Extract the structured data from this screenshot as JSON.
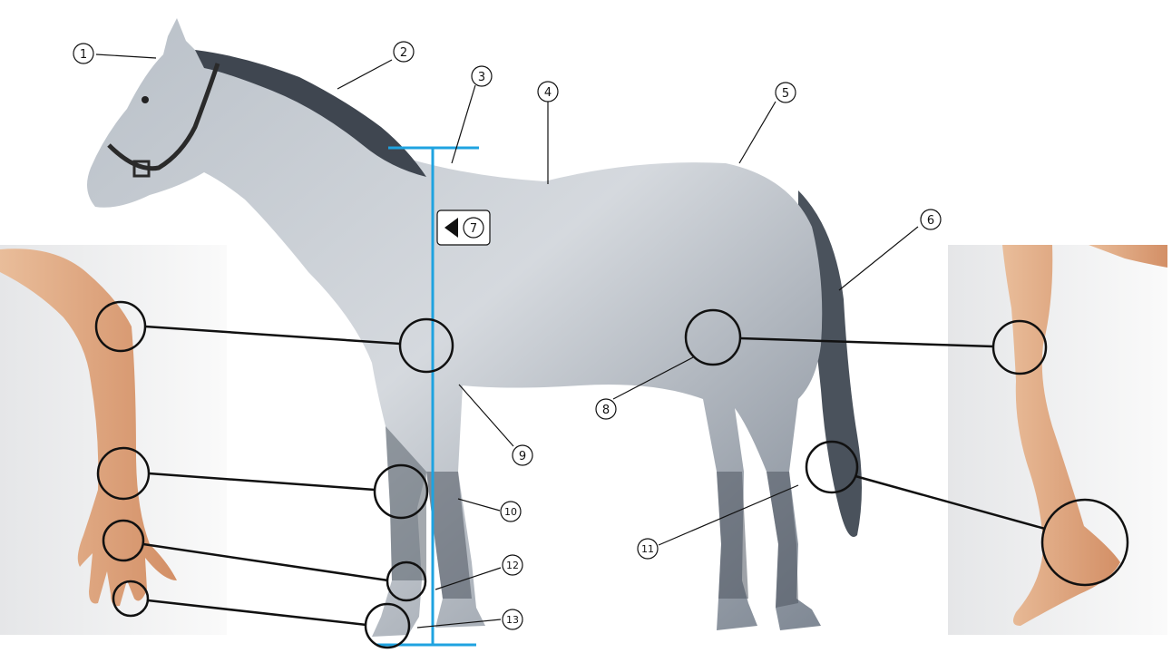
{
  "labels": {
    "l1": "1",
    "l2": "2",
    "l3": "3",
    "l4": "4",
    "l5": "5",
    "l6": "6",
    "l7": "7",
    "l8": "8",
    "l9": "9",
    "l10": "10",
    "l11": "11",
    "l12": "12",
    "l13": "13"
  },
  "colors": {
    "height_guide": "#1fa3e0",
    "leader": "#111111",
    "horse_body": "#9aa3ad",
    "horse_dark": "#4a525c",
    "skin": "#e6b48f",
    "skin_shade": "#d89b72"
  }
}
